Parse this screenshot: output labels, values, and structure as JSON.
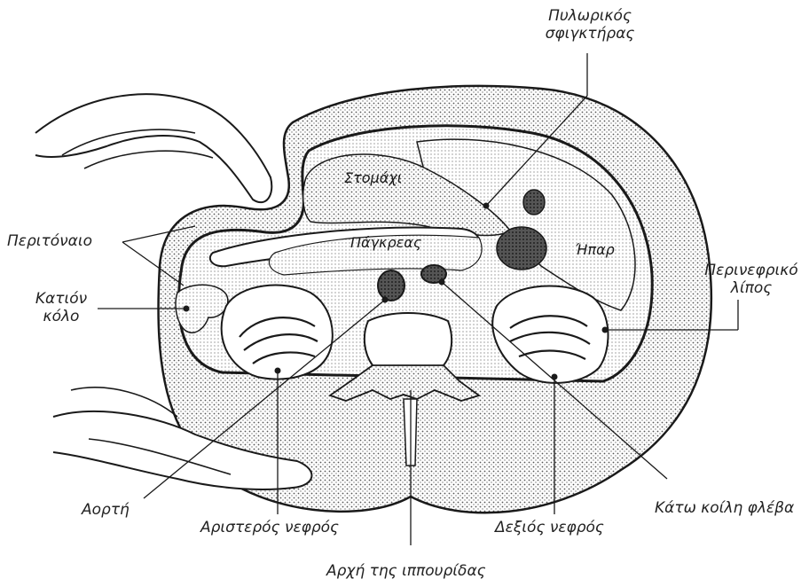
{
  "labels": {
    "pyloric_line1": "Πυλωρικός",
    "pyloric_line2": "σφιγκτήρας",
    "stomach": "Στομάχι",
    "pancreas": "Πάγκρεας",
    "liver": "Ήπαρ",
    "peritoneum": "Περιτόναιο",
    "colon_line1": "Κατιόν",
    "colon_line2": "κόλο",
    "perirenal_line1": "Περινεφρικό",
    "perirenal_line2": "λίπος",
    "aorta": "Αορτή",
    "left_kidney": "Αριστερός νεφρός",
    "right_kidney": "Δεξιός νεφρός",
    "ivc": "Κάτω κοίλη φλέβα",
    "cauda": "Αρχή της ιππουρίδας"
  },
  "colors": {
    "ink": "#1a1a1a",
    "paper": "#ffffff",
    "stipple": "#bdbdbd",
    "dark_fill": "#6e6e6e"
  }
}
